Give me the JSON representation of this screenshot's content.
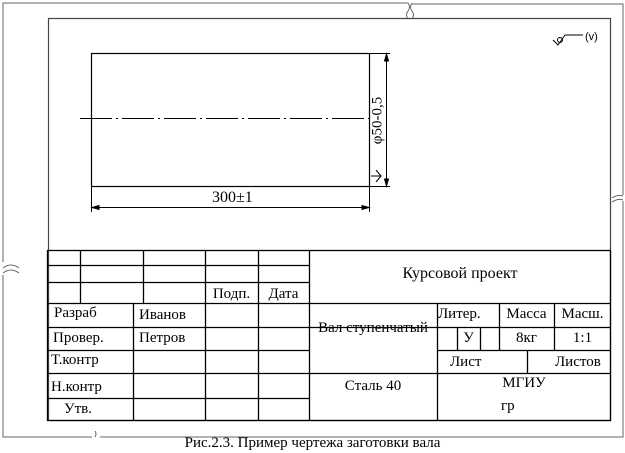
{
  "drawing": {
    "length_dim": "300±1",
    "diameter_dim": "φ50-0,5",
    "roughness_mark": "(v)"
  },
  "title_block": {
    "project": "Курсовой проект",
    "sign_label": "Подп.",
    "date_label": "Дата",
    "roles": [
      {
        "role": "Разраб",
        "name": "Иванов"
      },
      {
        "role": "Провер.",
        "name": "Петров"
      },
      {
        "role": "Т.контр",
        "name": ""
      },
      {
        "role": "Н.контр",
        "name": ""
      },
      {
        "role": "Утв.",
        "name": ""
      }
    ],
    "part_name": "Вал ступенчатый",
    "material": "Сталь 40",
    "liter_label": "Литер.",
    "mass_label": "Масса",
    "scale_label": "Масш.",
    "liter_value": "У",
    "mass_value": "8кг",
    "scale_value": "1:1",
    "sheet_label": "Лист",
    "sheets_label": "Листов",
    "org": "МГИУ",
    "group": "гр"
  },
  "caption": "Рис.2.3. Пример чертежа заготовки вала"
}
